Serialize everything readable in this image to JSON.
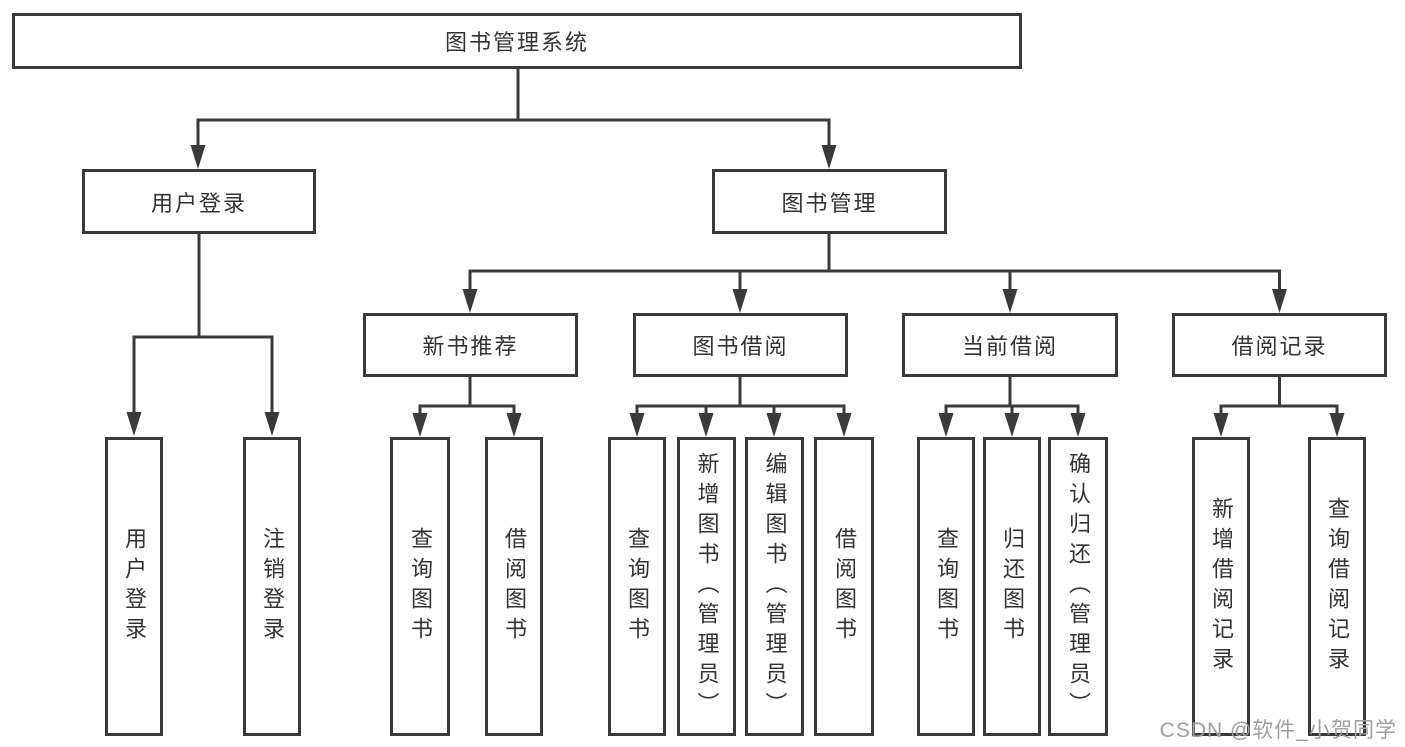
{
  "tree": {
    "label": "图书管理系统",
    "children": [
      {
        "label": "用户登录",
        "leaves": [
          {
            "label": "用户登录"
          },
          {
            "label": "注销登录"
          }
        ]
      },
      {
        "label": "图书管理",
        "children": [
          {
            "label": "新书推荐",
            "leaves": [
              {
                "label": "查询图书"
              },
              {
                "label": "借阅图书"
              }
            ]
          },
          {
            "label": "图书借阅",
            "leaves": [
              {
                "label": "查询图书"
              },
              {
                "label": "新增图书（管理员）"
              },
              {
                "label": "编辑图书（管理员）"
              },
              {
                "label": "借阅图书"
              }
            ]
          },
          {
            "label": "当前借阅",
            "leaves": [
              {
                "label": "查询图书"
              },
              {
                "label": "归还图书"
              },
              {
                "label": "确认归还（管理员）"
              }
            ]
          },
          {
            "label": "借阅记录",
            "leaves": [
              {
                "label": "新增借阅记录"
              },
              {
                "label": "查询借阅记录"
              }
            ]
          }
        ]
      }
    ]
  },
  "watermark": {
    "text": "CSDN @软件_小贺同学"
  },
  "colors": {
    "line": "#3a3a3a",
    "text": "#333333",
    "background": "#ffffff",
    "watermark": "#9e9e9e"
  }
}
